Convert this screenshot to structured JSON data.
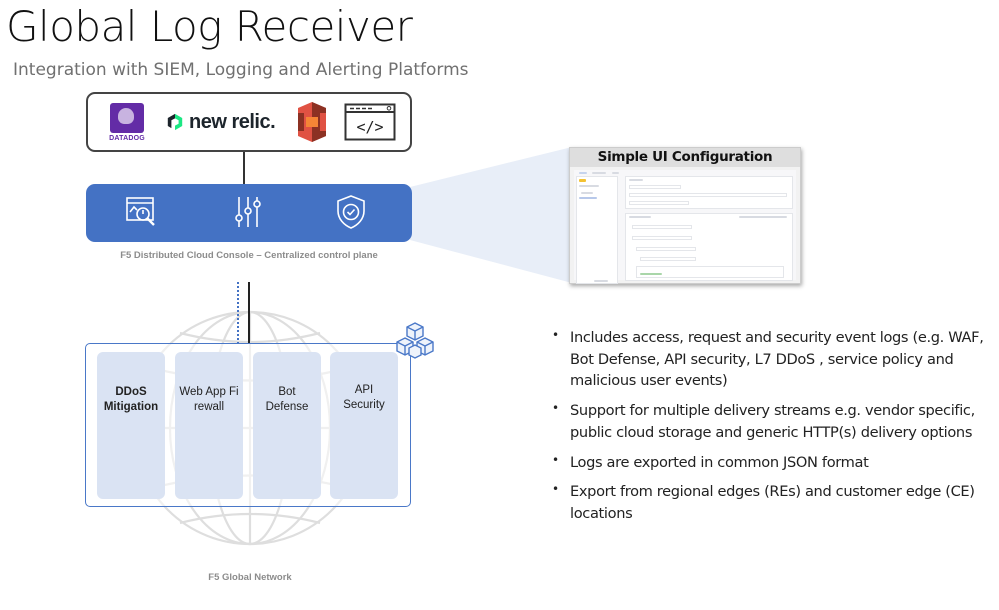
{
  "header": {
    "title": "Global Log Receiver",
    "subtitle": "Integration with SIEM, Logging and Alerting Platforms"
  },
  "integrations": {
    "items": [
      {
        "name": "Datadog",
        "label": "DATADOG",
        "icon": "datadog-logo",
        "color": "#632ca6"
      },
      {
        "name": "New Relic",
        "label": "new relic.",
        "icon": "newrelic-logo",
        "color": "#1ce783"
      },
      {
        "name": "Amazon S3",
        "label": "",
        "icon": "aws-s3-logo",
        "color": "#e05243"
      },
      {
        "name": "HTTP(s) endpoint",
        "label": "</>",
        "icon": "code-window-icon",
        "color": "#333333"
      }
    ]
  },
  "console": {
    "label": "F5 Distributed Cloud Console – Centralized control plane",
    "icons": [
      "log-search-icon",
      "sliders-icon",
      "shield-check-icon"
    ],
    "color": "#4472c4"
  },
  "ui_config": {
    "title": "Simple UI Configuration"
  },
  "network": {
    "label": "F5 Global Network",
    "services": [
      {
        "label": "DDoS Mitigation",
        "line1": "DDoS",
        "line2": "Mitigation"
      },
      {
        "label": "Web App Firewall",
        "line1": "Web App Fi",
        "line2": "rewall"
      },
      {
        "label": "Bot Defense",
        "line1": "Bot",
        "line2": "Defense"
      },
      {
        "label": "API Security",
        "line1": "API Security",
        "line2": ""
      }
    ],
    "service_fill": "#dae3f3",
    "border_color": "#4a78c8"
  },
  "bullets": [
    "Includes access, request and security event logs (e.g. WAF, Bot Defense, API security, L7 DDoS , service policy and malicious user events)",
    "Support for multiple delivery streams e.g. vendor specific, public cloud storage and generic HTTP(s) delivery options",
    "Logs are exported in common JSON format",
    "Export from regional edges (REs) and customer edge (CE) locations"
  ]
}
